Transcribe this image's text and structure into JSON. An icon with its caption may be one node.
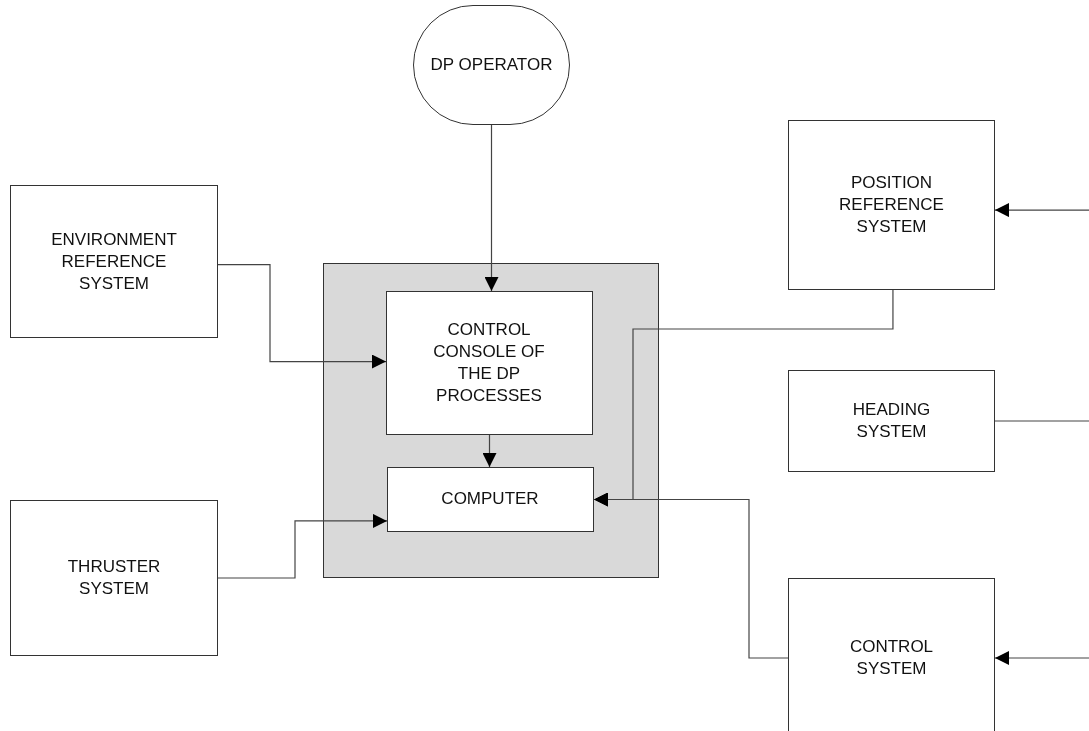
{
  "diagram": {
    "nodes": [
      {
        "text": [
          "DP OPERATOR"
        ]
      },
      {
        "text": [
          "ENVIRONMENT REFERENCE SYSTEM"
        ]
      },
      {
        "text": [],
        "shape": "box"
      },
      {
        "text": [
          "CONTROL CONSOLE OF THE DP PROCESSES"
        ],
        "in": 2
      },
      {
        "text": [
          "COMPUTER"
        ],
        "in": 2
      },
      {
        "text": [
          "POSITION REFERENCE SYSTEM"
        ]
      },
      {
        "text": [
          "HEADING SYSTEM"
        ]
      },
      {
        "text": [
          "THRUSTER SYSTEM"
        ]
      },
      {
        "text": [
          "CONTROL SYSTEM"
        ]
      }
    ],
    "edges": [
      {
        "from": 0,
        "to": 3,
        "arrow": "to"
      },
      {
        "from": 1,
        "to": 3,
        "arrow": "to"
      },
      {
        "from": 3,
        "to": 4,
        "arrow": "to"
      },
      {
        "from": 7,
        "to": 4,
        "arrow": "to"
      },
      {
        "from": 5,
        "to": 4,
        "arrow": "to"
      },
      {
        "from": 8,
        "to": 4,
        "arrow": "to"
      },
      {
        "from": null,
        "to": 5,
        "arrow": "to"
      },
      {
        "from": 6,
        "to": null,
        "arrow": "none"
      },
      {
        "from": null,
        "to": 8,
        "arrow": "to"
      }
    ]
  }
}
